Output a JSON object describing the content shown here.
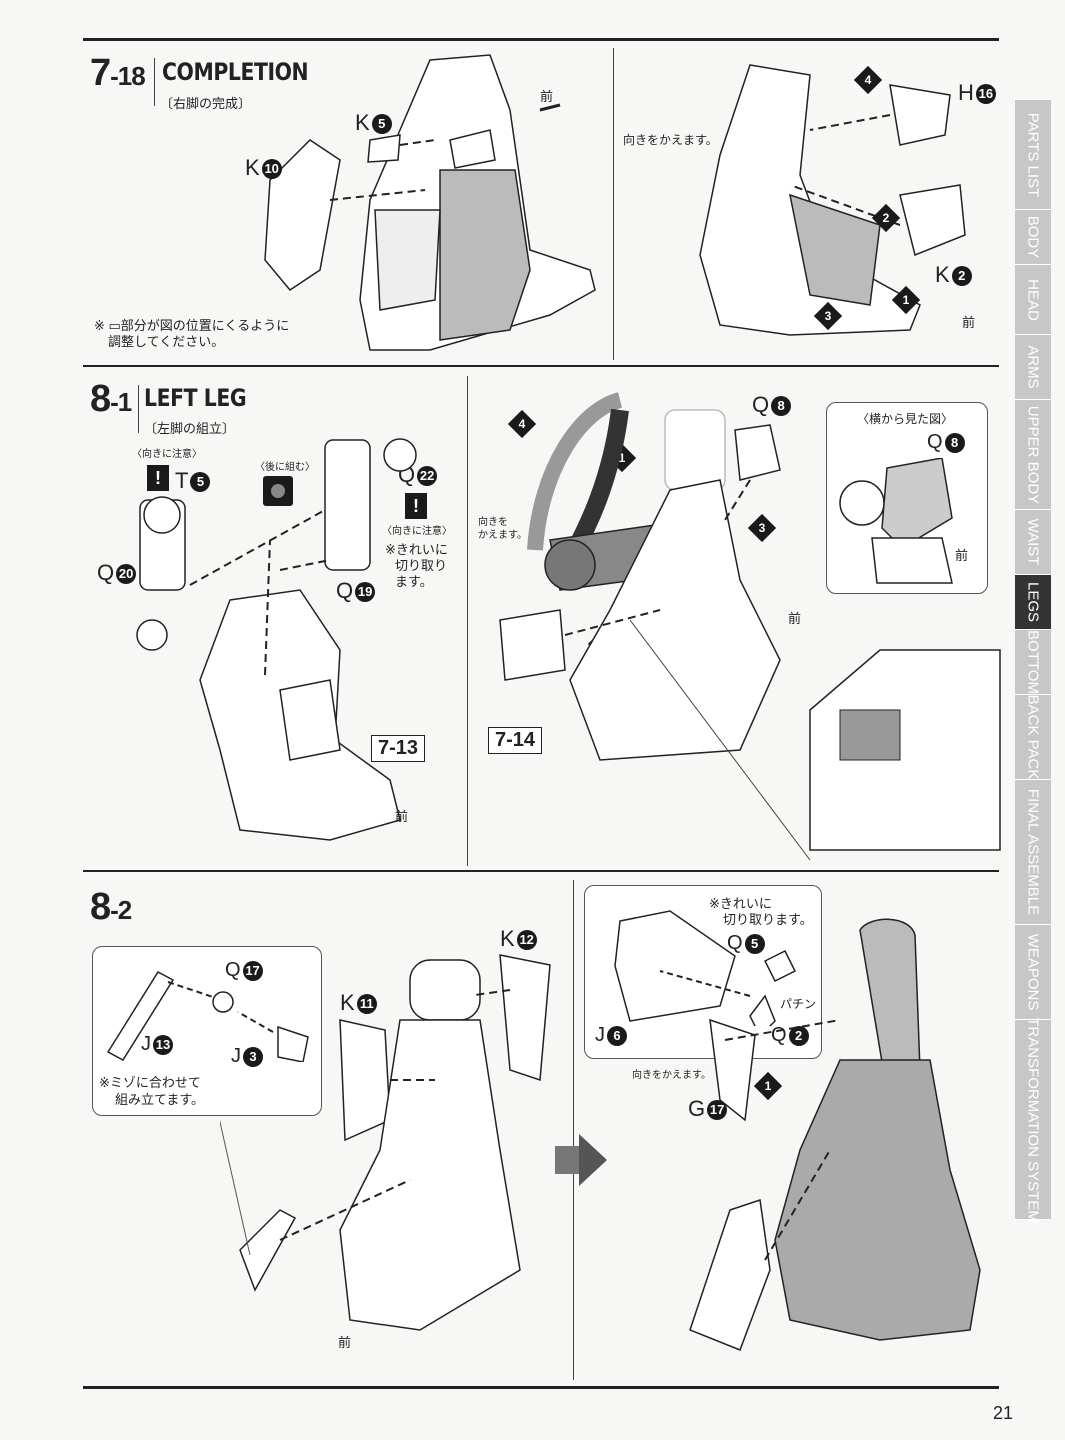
{
  "page_number": "21",
  "sidebar_tabs": [
    {
      "label": "PARTS LIST",
      "active": false
    },
    {
      "label": "BODY",
      "active": false
    },
    {
      "label": "HEAD",
      "active": false
    },
    {
      "label": "ARMS",
      "active": false
    },
    {
      "label": "UPPER BODY",
      "active": false
    },
    {
      "label": "WAIST",
      "active": false
    },
    {
      "label": "LEGS",
      "active": true
    },
    {
      "label": "BOTTOM",
      "active": false
    },
    {
      "label": "BACK PACK",
      "active": false
    },
    {
      "label": "FINAL ASSEMBLE",
      "active": false
    },
    {
      "label": "WEAPONS",
      "active": false
    },
    {
      "label": "TRANSFORMATION SYSTEM",
      "active": false
    }
  ],
  "step_7_18": {
    "num_main": "7",
    "num_sub": "-18",
    "title": "COMPLETION",
    "subtitle": "〔右脚の完成〕",
    "labels": {
      "k5": "K",
      "k5n": "5",
      "k10": "K",
      "k10n": "10",
      "h16": "H",
      "h16n": "16",
      "k2": "K",
      "k2n": "2"
    },
    "mae": "前",
    "turn_note": "向きをかえます。",
    "adjust_note_1": "※ ▭部分が図の位置にくるように",
    "adjust_note_2": "調整してください。"
  },
  "step_8_1": {
    "num_main": "8",
    "num_sub": "-1",
    "title": "LEFT LEG",
    "subtitle": "〔左脚の組立〕",
    "caution1": "〈向きに注意〉",
    "caution_back": "〈後に組む〉",
    "caution2": "〈向きに注意〉",
    "clean_note_1": "※きれいに",
    "clean_note_2": "切り取り",
    "clean_note_3": "ます。",
    "turn_note_1": "向きを",
    "turn_note_2": "かえます。",
    "side_view": "〈横から見た図〉",
    "labels": {
      "t5": "T",
      "t5n": "5",
      "q20": "Q",
      "q20n": "20",
      "q22": "Q",
      "q22n": "22",
      "q19": "Q",
      "q19n": "19",
      "q8a": "Q",
      "q8an": "8",
      "q8b": "Q",
      "q8bn": "8"
    },
    "ref_a": "7-13",
    "ref_b": "7-14",
    "mae": "前"
  },
  "step_8_2": {
    "num_main": "8",
    "num_sub": "-2",
    "labels": {
      "q17": "Q",
      "q17n": "17",
      "j13": "J",
      "j13n": "13",
      "j3": "J",
      "j3n": "3",
      "k11": "K",
      "k11n": "11",
      "k12": "K",
      "k12n": "12",
      "q5": "Q",
      "q5n": "5",
      "q2": "Q",
      "q2n": "2",
      "j6": "J",
      "j6n": "6",
      "g17": "G",
      "g17n": "17"
    },
    "groove_note_1": "※ミゾに合わせて",
    "groove_note_2": "組み立てます。",
    "clean_note_1": "※きれいに",
    "clean_note_2": "切り取ります。",
    "pachin": "パチン",
    "turn_note": "向きをかえます。",
    "mae": "前"
  }
}
